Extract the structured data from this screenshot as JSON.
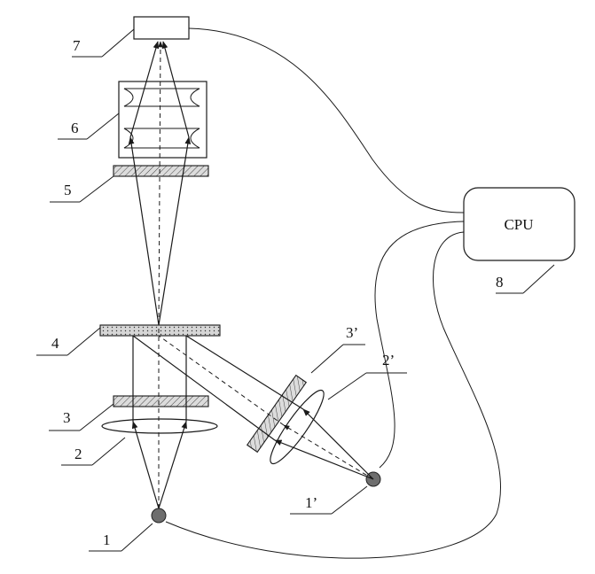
{
  "labels": {
    "l1": "1",
    "l1p": "1’",
    "l2": "2",
    "l2p": "2’",
    "l3": "3",
    "l3p": "3’",
    "l4": "4",
    "l5": "5",
    "l6": "6",
    "l7": "7",
    "l8": "8"
  },
  "cpu": {
    "label": "CPU"
  },
  "colors": {
    "plate_fill": "#d9d9d9",
    "dot_fill": "#6e6e6e",
    "line": "#1a1a1a"
  }
}
